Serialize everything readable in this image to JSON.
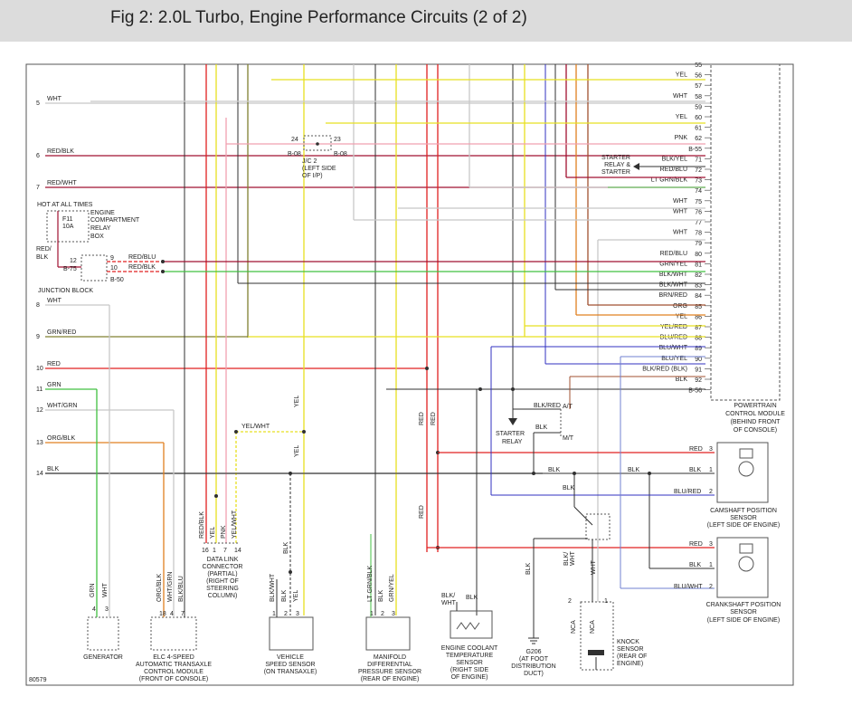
{
  "title": "Fig 2: 2.0L Turbo, Engine Performance Circuits (2 of 2)",
  "colors": {
    "red": "#e02020",
    "yellow": "#e8e020",
    "green": "#40c040",
    "orange": "#e08020",
    "pink": "#f0a0b0",
    "white": "#c8c8c8",
    "black": "#303030",
    "blue": "#3030c0",
    "olive": "#808030",
    "brown": "#a05030",
    "gray": "#909090",
    "bluewhite": "#7080d0",
    "darkred": "#a01030",
    "ltgreen": "#70d070"
  },
  "figure_id": "80579",
  "left_rows": [
    {
      "num": "5",
      "label": "WHT",
      "color": "white"
    },
    {
      "num": "6",
      "label": "RED/BLK",
      "color": "darkred"
    },
    {
      "num": "7",
      "label": "RED/WHT",
      "color": "darkred"
    },
    {
      "num": "8",
      "label": "WHT",
      "color": "white"
    },
    {
      "num": "9",
      "label": "GRN/RED",
      "color": "olive"
    },
    {
      "num": "10",
      "label": "RED",
      "color": "red"
    },
    {
      "num": "11",
      "label": "GRN",
      "color": "green"
    },
    {
      "num": "12",
      "label": "WHT/GRN",
      "color": "white"
    },
    {
      "num": "13",
      "label": "ORG/BLK",
      "color": "orange"
    },
    {
      "num": "14",
      "label": "BLK",
      "color": "black"
    }
  ],
  "pcm_pins": [
    {
      "num": "55",
      "label": ""
    },
    {
      "num": "56",
      "label": "YEL"
    },
    {
      "num": "57",
      "label": ""
    },
    {
      "num": "58",
      "label": "WHT"
    },
    {
      "num": "59",
      "label": ""
    },
    {
      "num": "60",
      "label": "YEL"
    },
    {
      "num": "61",
      "label": ""
    },
    {
      "num": "62",
      "label": "PNK"
    },
    {
      "num": "B-55",
      "label": ""
    },
    {
      "num": "71",
      "label": "BLK/YEL"
    },
    {
      "num": "72",
      "label": "RED/BLU"
    },
    {
      "num": "73",
      "label": "LT GRN/BLK"
    },
    {
      "num": "74",
      "label": ""
    },
    {
      "num": "75",
      "label": "WHT"
    },
    {
      "num": "76",
      "label": "WHT"
    },
    {
      "num": "77",
      "label": ""
    },
    {
      "num": "78",
      "label": "WHT"
    },
    {
      "num": "79",
      "label": ""
    },
    {
      "num": "80",
      "label": "RED/BLU"
    },
    {
      "num": "81",
      "label": "GRN/YEL"
    },
    {
      "num": "82",
      "label": "BLK/WHT"
    },
    {
      "num": "83",
      "label": "BLK/WHT"
    },
    {
      "num": "84",
      "label": "BRN/RED"
    },
    {
      "num": "85",
      "label": "ORG"
    },
    {
      "num": "86",
      "label": "YEL"
    },
    {
      "num": "87",
      "label": "YEL/RED"
    },
    {
      "num": "88",
      "label": "BLU/RED"
    },
    {
      "num": "89",
      "label": "BLU/WHT"
    },
    {
      "num": "90",
      "label": "BLU/YEL"
    },
    {
      "num": "91",
      "label": "BLK/RED (BLK)"
    },
    {
      "num": "92",
      "label": "BLK"
    },
    {
      "num": "B-56",
      "label": ""
    }
  ],
  "pcm": {
    "line1": "POWERTRAIN",
    "line2": "CONTROL MODULE",
    "line3": "(BEHIND FRONT",
    "line4": "OF CONSOLE)"
  },
  "starter_relay_ref": {
    "line1": "STARTER",
    "line2": "RELAY &",
    "line3": "STARTER"
  },
  "jc2": {
    "pin_left": "24",
    "pin_right": "23",
    "conn_left": "B-08",
    "conn_right": "B-08",
    "line1": "J/C 2",
    "line2": "(LEFT SIDE",
    "line3": "OF I/P)"
  },
  "fuse": {
    "hot": "HOT AT ALL TIMES",
    "name": "F11",
    "rating": "10A",
    "box1": "ENGINE",
    "box2": "COMPARTMENT",
    "box3": "RELAY",
    "box4": "BOX"
  },
  "junction": {
    "wire_a": "RED/",
    "wire_b": "BLK",
    "pin_in": "12",
    "conn_in": "B-75",
    "pin_a": "9",
    "pin_b": "10",
    "conn_out": "B-50",
    "out_a": "RED/BLU",
    "out_b": "RED/BLK",
    "label": "JUNCTION BLOCK"
  },
  "wire_labels": {
    "yel_wht": "YEL/WHT",
    "yel1": "YEL",
    "yel2": "YEL",
    "yel3": "YEL",
    "red1": "RED",
    "red2": "RED",
    "red3": "RED",
    "blk_red": "BLK/RED",
    "at": "A/T",
    "mt": "M/T",
    "blk_sr": "BLK",
    "blk1": "BLK",
    "blk2": "BLK",
    "blk3": "BLK",
    "blk_knock": "BLK",
    "blk_wht_knock": "BLK/",
    "blk_wht_knock2": "WHT",
    "wht_knock": "WHT",
    "nca1": "NCA",
    "nca2": "NCA",
    "blk_vss": "BLK"
  },
  "starter_relay": {
    "line1": "STARTER",
    "line2": "RELAY"
  },
  "cam_sensor": {
    "red": "RED",
    "red_pin": "3",
    "blk": "BLK",
    "blk_pin": "1",
    "blu": "BLU/RED",
    "blu_pin": "2",
    "line1": "CAMSHAFT POSITION",
    "line2": "SENSOR",
    "line3": "(LEFT SIDE OF ENGINE)"
  },
  "crank_sensor": {
    "red": "RED",
    "red_pin": "3",
    "blk": "BLK",
    "blk_pin": "1",
    "blu": "BLU/WHT",
    "blu_pin": "2",
    "line1": "CRANKSHAFT POSITION",
    "line2": "SENSOR",
    "line3": "(LEFT SIDE OF ENGINE)"
  },
  "bottom_components": [
    {
      "id": "generator",
      "lines": [
        "GENERATOR"
      ],
      "wires": [
        "GRN",
        "WHT"
      ],
      "pins": [
        "4",
        "3"
      ]
    },
    {
      "id": "elc",
      "lines": [
        "ELC 4-SPEED",
        "AUTOMATIC TRANSAXLE",
        "CONTROL MODULE",
        "(FRONT OF CONSOLE)"
      ],
      "wires": [
        "ORG/BLK",
        "WHT/GRN",
        "BLK/BLU"
      ],
      "pins": [
        "18",
        "4",
        "7"
      ]
    },
    {
      "id": "dlc",
      "lines": [
        "DATA LINK",
        "CONNECTOR",
        "(PARTIAL)",
        "(RIGHT OF",
        "STEERING",
        "COLUMN)"
      ],
      "wires": [
        "RED/BLK",
        "YEL",
        "PNK",
        "YEL/WHT"
      ],
      "pins": [
        "16",
        "1",
        "7",
        "14"
      ]
    },
    {
      "id": "vss",
      "lines": [
        "VEHICLE",
        "SPEED SENSOR",
        "(ON TRANSAXLE)"
      ],
      "wires": [
        "BLK/WHT",
        "BLK",
        "YEL"
      ],
      "pins": [
        "1",
        "2",
        "3"
      ]
    },
    {
      "id": "map",
      "lines": [
        "MANIFOLD",
        "DIFFERENTIAL",
        "PRESSURE SENSOR",
        "(REAR OF ENGINE)"
      ],
      "wires": [
        "LT GRN/BLK",
        "BLK",
        "GRN/YEL"
      ],
      "pins": [
        "1",
        "2",
        "3"
      ]
    },
    {
      "id": "ect",
      "lines": [
        "ENGINE COOLANT",
        "TEMPERATURE",
        "SENSOR",
        "(RIGHT SIDE",
        "OF ENGINE)"
      ],
      "wires": [
        "BLK/",
        "WHT",
        "BLK"
      ],
      "pins": []
    },
    {
      "id": "g206",
      "lines": [
        "G206",
        "(AT FOOT",
        "DISTRIBUTION",
        "DUCT)"
      ],
      "wires": [
        "BLK"
      ],
      "pins": []
    },
    {
      "id": "knock",
      "lines": [
        "KNOCK",
        "SENSOR",
        "(REAR OF",
        "ENGINE)"
      ],
      "wires": [],
      "pins": [
        "2",
        "1"
      ]
    }
  ]
}
